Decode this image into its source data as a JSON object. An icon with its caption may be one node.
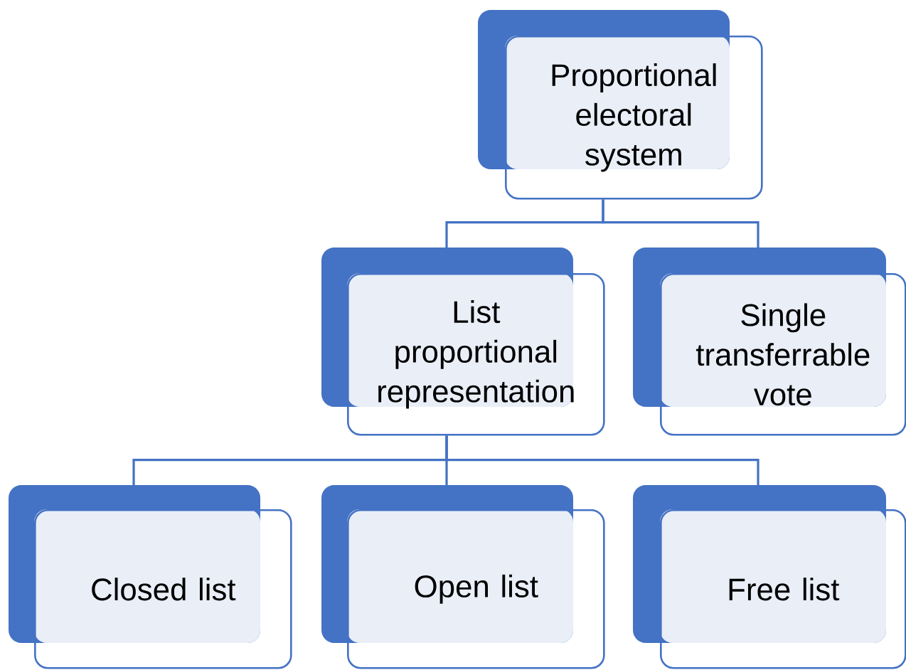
{
  "diagram": {
    "nodes": [
      {
        "text": [
          "Proportional electoral system"
        ]
      },
      {
        "text": [
          "List proportional representation"
        ]
      },
      {
        "text": [
          "Single transferrable vote"
        ]
      },
      {
        "text": [
          "Closed list"
        ]
      },
      {
        "text": [
          "Open list"
        ]
      },
      {
        "text": [
          "Free list"
        ]
      }
    ],
    "edges": [
      {
        "from": 0,
        "to": 1,
        "arrow": "none"
      },
      {
        "from": 0,
        "to": 2,
        "arrow": "none"
      },
      {
        "from": 1,
        "to": 3,
        "arrow": "none"
      },
      {
        "from": 1,
        "to": 4,
        "arrow": "none"
      },
      {
        "from": 1,
        "to": 5,
        "arrow": "none"
      }
    ]
  }
}
